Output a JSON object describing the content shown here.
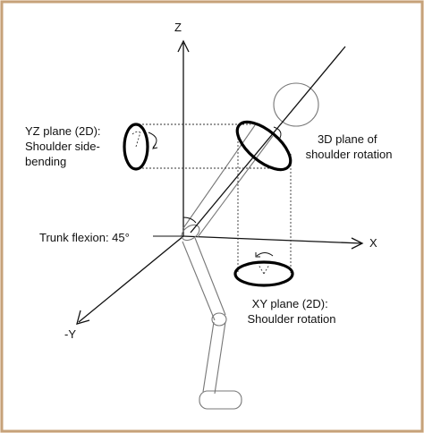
{
  "axes": {
    "z": "Z",
    "x": "X",
    "neg_y": "-Y"
  },
  "labels": {
    "yz_plane": [
      "YZ plane (2D):",
      "Shoulder side-",
      "bending"
    ],
    "plane_3d": [
      "3D plane of",
      "shoulder rotation"
    ],
    "trunk_flexion": "Trunk flexion: 45°",
    "xy_plane": [
      "XY plane (2D):",
      "Shoulder rotation"
    ]
  },
  "colors": {
    "background": "#fdf2e6",
    "frame": "#c6a27a",
    "lines": "#111111",
    "body": "#777777"
  }
}
